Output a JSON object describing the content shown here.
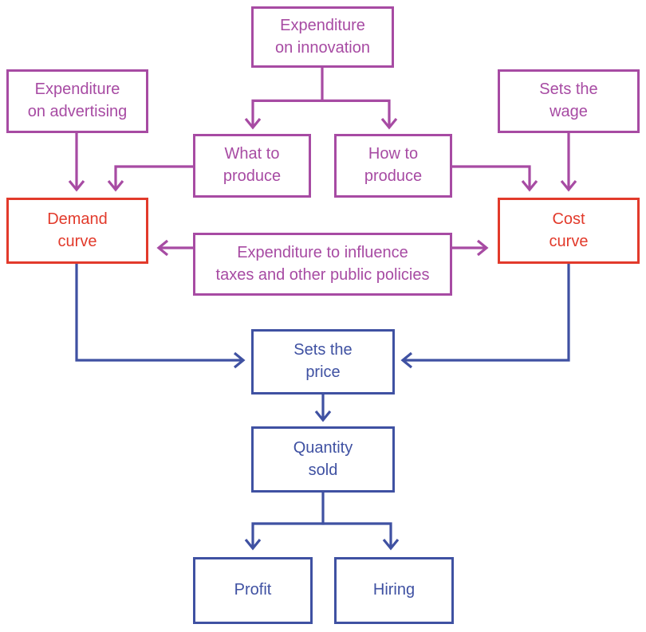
{
  "colors": {
    "purple": "#a74ba3",
    "red": "#e23a2b",
    "blue": "#3f51a2",
    "background": "#ffffff"
  },
  "nodes": {
    "innovation": {
      "label": "Expenditure\non innovation",
      "color": "purple"
    },
    "advertising": {
      "label": "Expenditure\non advertising",
      "color": "purple"
    },
    "wage": {
      "label": "Sets the\nwage",
      "color": "purple"
    },
    "what_to_produce": {
      "label": "What to\nproduce",
      "color": "purple"
    },
    "how_to_produce": {
      "label": "How to\nproduce",
      "color": "purple"
    },
    "demand_curve": {
      "label": "Demand\ncurve",
      "color": "red"
    },
    "cost_curve": {
      "label": "Cost\ncurve",
      "color": "red"
    },
    "influence": {
      "label": "Expenditure to influence\ntaxes and other public policies",
      "color": "purple"
    },
    "sets_price": {
      "label": "Sets the\nprice",
      "color": "blue"
    },
    "quantity_sold": {
      "label": "Quantity\nsold",
      "color": "blue"
    },
    "profit": {
      "label": "Profit",
      "color": "blue"
    },
    "hiring": {
      "label": "Hiring",
      "color": "blue"
    }
  },
  "edges": [
    {
      "from": "innovation",
      "to": "what_to_produce",
      "color": "purple"
    },
    {
      "from": "innovation",
      "to": "how_to_produce",
      "color": "purple"
    },
    {
      "from": "advertising",
      "to": "demand_curve",
      "color": "purple"
    },
    {
      "from": "what_to_produce",
      "to": "demand_curve",
      "color": "purple"
    },
    {
      "from": "how_to_produce",
      "to": "cost_curve",
      "color": "purple"
    },
    {
      "from": "wage",
      "to": "cost_curve",
      "color": "purple"
    },
    {
      "from": "influence",
      "to": "demand_curve",
      "color": "purple"
    },
    {
      "from": "influence",
      "to": "cost_curve",
      "color": "purple"
    },
    {
      "from": "demand_curve",
      "to": "sets_price",
      "color": "blue"
    },
    {
      "from": "cost_curve",
      "to": "sets_price",
      "color": "blue"
    },
    {
      "from": "sets_price",
      "to": "quantity_sold",
      "color": "blue"
    },
    {
      "from": "quantity_sold",
      "to": "profit",
      "color": "blue"
    },
    {
      "from": "quantity_sold",
      "to": "hiring",
      "color": "blue"
    }
  ]
}
